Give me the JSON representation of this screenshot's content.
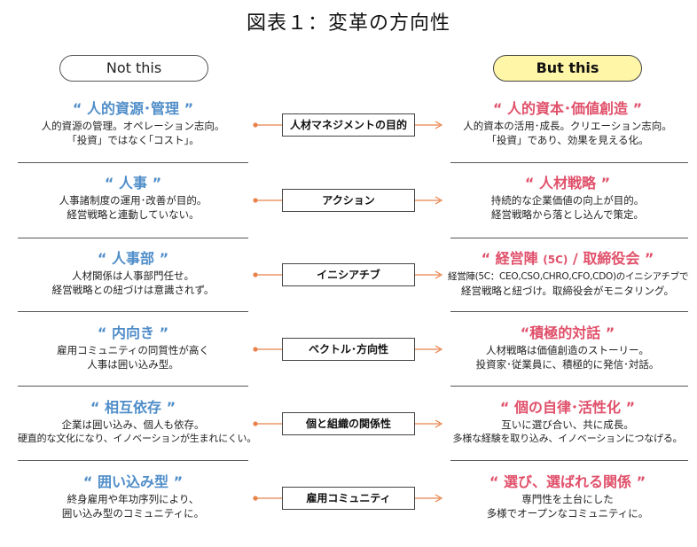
{
  "title": "図表１：変革の方向性",
  "not_label": "Not this",
  "but_label": "But this",
  "rows": [
    {
      "left_heading": "“ 人的資源･管理 ”",
      "left_desc": [
        "人的資源の管理。オペレーション志向。",
        "「投資」ではなく｢コスト｣。"
      ],
      "center": "人材マネジメントの目的",
      "right_heading": "“ 人的資本･価値創造 ”",
      "right_heading_sub": "",
      "right_heading_end": "",
      "right_desc": [
        "人的資本の活用･成長。クリエーション志向。",
        "「投資」であり、効果を見える化。"
      ]
    },
    {
      "left_heading": "“ 人事 ”",
      "left_desc": [
        "人事諸制度の運用･改善が目的。",
        "経営戦略と連動していない。"
      ],
      "center": "アクション",
      "right_heading": "“ 人材戦略 ”",
      "right_heading_sub": "",
      "right_heading_end": "",
      "right_desc": [
        "持続的な企業価値の向上が目的。",
        "経営戦略から落とし込んで策定。"
      ]
    },
    {
      "left_heading": "“ 人事部 ”",
      "left_desc": [
        "人材関係は人事部門任せ。",
        "経営戦略との紐づけは意識されず。"
      ],
      "center": "イニシアチブ",
      "right_heading": "“ 経営陣 ",
      "right_heading_sub": "(5C)",
      "right_heading_end": " / 取締役会 ”",
      "right_desc": [
        "経営陣(5C：CEO,CSO,CHRO,CFO,CDO)のイニシアチブで",
        "経営戦略と紐づけ。取締役会がモニタリング。"
      ]
    },
    {
      "left_heading": "“ 内向き ”",
      "left_desc": [
        "雇用コミュニティの同質性が高く",
        "人事は囲い込み型。"
      ],
      "center": "ベクトル･方向性",
      "right_heading": "“積極的対話 ”",
      "right_heading_sub": "",
      "right_heading_end": "",
      "right_desc": [
        "人材戦略は価値創造のストーリー。",
        "投資家･従業員に、積極的に発信･対話。"
      ]
    },
    {
      "left_heading": "“ 相互依存 ”",
      "left_desc": [
        "企業は囲い込み、個人も依存。",
        "硬直的な文化になり、イノベーションが生まれにくい。"
      ],
      "center": "個と組織の関係性",
      "right_heading": "“ 個の自律･活性化 ”",
      "right_heading_sub": "",
      "right_heading_end": "",
      "right_desc": [
        "互いに選び合い、共に成長。",
        "多様な経験を取り込み、イノベーションにつなげる。"
      ]
    },
    {
      "left_heading": "“ 囲い込み型 ”",
      "left_desc": [
        "終身雇用や年功序列により、",
        "囲い込み型のコミュニティに。"
      ],
      "center": "雇用コミュニティ",
      "right_heading": "“ 選び、選ばれる関係 ”",
      "right_heading_sub": "",
      "right_heading_end": "",
      "right_desc": [
        "専門性を土台にした",
        "多様でオープンなコミュニティに。"
      ]
    }
  ],
  "colors": {
    "left_heading": "#4f8dc9",
    "right_heading": "#e0506a",
    "connector_dot": "#e8824a",
    "but_fill": "#fff6a8"
  }
}
